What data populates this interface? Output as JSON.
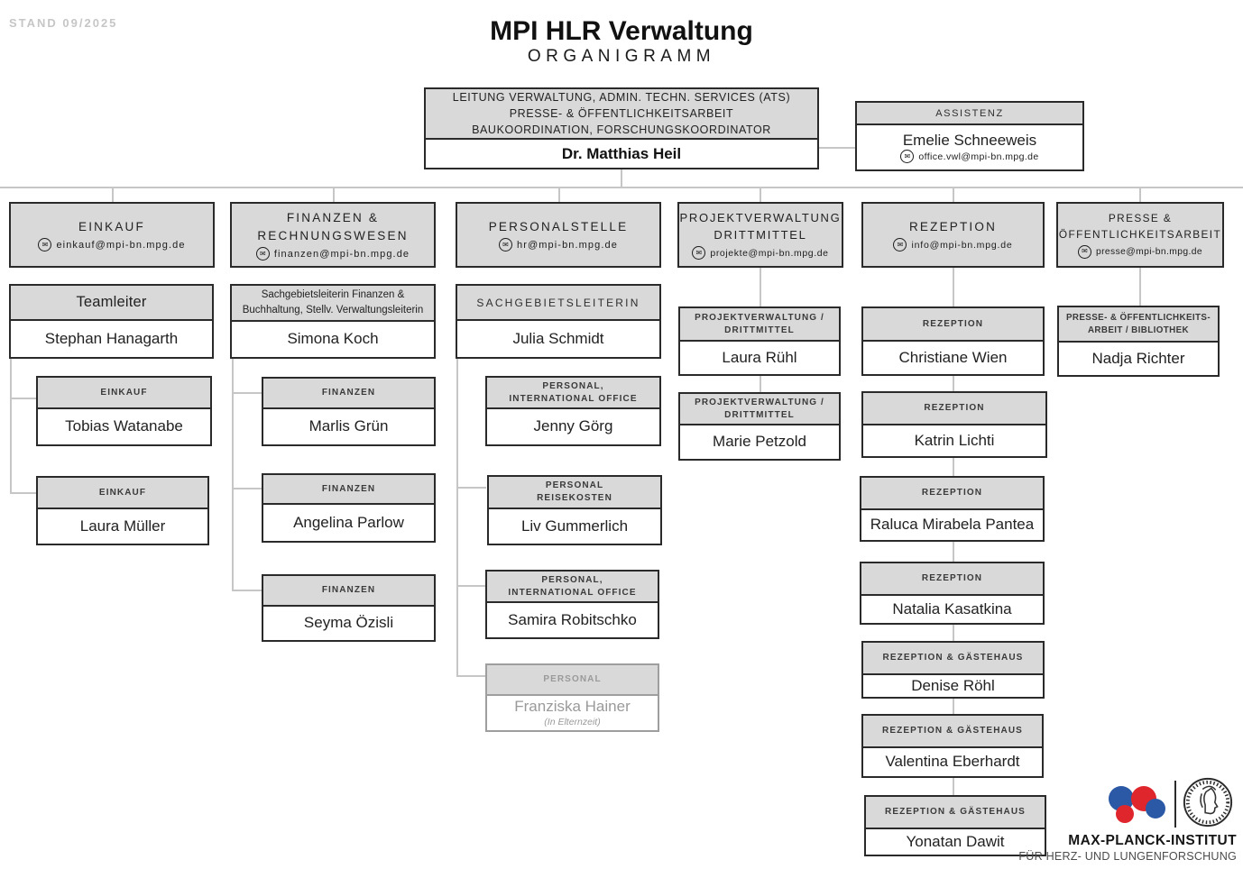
{
  "stand": "STAND 09/2025",
  "title": "MPI HLR Verwaltung",
  "subtitle": "ORGANIGRAMM",
  "leadership": {
    "roles": "LEITUNG VERWALTUNG, ADMIN. TECHN. SERVICES (ATS)\nPRESSE- & ÖFFENTLICHKEITSARBEIT\nBAUKOORDINATION, FORSCHUNGSKOORDINATOR",
    "name": "Dr. Matthias Heil"
  },
  "assistant": {
    "role": "ASSISTENZ",
    "name": "Emelie Schneeweis",
    "email": "office.vwl@mpi-bn.mpg.de"
  },
  "departments": [
    {
      "title": "EINKAUF",
      "email": "einkauf@mpi-bn.mpg.de",
      "staff": [
        {
          "role": "Teamleiter",
          "name": "Stephan Hanagarth"
        },
        {
          "role": "EINKAUF",
          "name": "Tobias Watanabe"
        },
        {
          "role": "EINKAUF",
          "name": "Laura Müller"
        }
      ]
    },
    {
      "title": "FINANZEN &\nRECHNUNGSWESEN",
      "email": "finanzen@mpi-bn.mpg.de",
      "staff": [
        {
          "role": "Sachgebietsleiterin Finanzen &\nBuchhaltung, Stellv. Verwaltungsleiterin",
          "name": "Simona Koch"
        },
        {
          "role": "FINANZEN",
          "name": "Marlis Grün"
        },
        {
          "role": "FINANZEN",
          "name": "Angelina Parlow"
        },
        {
          "role": "FINANZEN",
          "name": "Seyma Özisli"
        }
      ]
    },
    {
      "title": "PERSONALSTELLE",
      "email": "hr@mpi-bn.mpg.de",
      "staff": [
        {
          "role": "SACHGEBIETSLEITERIN",
          "name": "Julia Schmidt"
        },
        {
          "role": "PERSONAL,\nINTERNATIONAL OFFICE",
          "name": "Jenny Görg"
        },
        {
          "role": "PERSONAL\nREISEKOSTEN",
          "name": "Liv Gummerlich"
        },
        {
          "role": "PERSONAL,\nINTERNATIONAL OFFICE",
          "name": "Samira Robitschko"
        },
        {
          "role": "PERSONAL",
          "name": "Franziska Hainer",
          "note": "(In Elternzeit)"
        }
      ]
    },
    {
      "title": "PROJEKTVERWALTUNG\nDRITTMITTEL",
      "email": "projekte@mpi-bn.mpg.de",
      "staff": [
        {
          "role": "PROJEKTVERWALTUNG /\nDRITTMITTEL",
          "name": "Laura Rühl"
        },
        {
          "role": "PROJEKTVERWALTUNG /\nDRITTMITTEL",
          "name": "Marie Petzold"
        }
      ]
    },
    {
      "title": "REZEPTION",
      "email": "info@mpi-bn.mpg.de",
      "staff": [
        {
          "role": "REZEPTION",
          "name": "Christiane Wien"
        },
        {
          "role": "REZEPTION",
          "name": "Katrin Lichti"
        },
        {
          "role": "REZEPTION",
          "name": "Raluca Mirabela Pantea"
        },
        {
          "role": "REZEPTION",
          "name": "Natalia Kasatkina"
        },
        {
          "role": "REZEPTION & GÄSTEHAUS",
          "name": "Denise Röhl"
        },
        {
          "role": "REZEPTION & GÄSTEHAUS",
          "name": "Valentina Eberhardt"
        },
        {
          "role": "REZEPTION & GÄSTEHAUS",
          "name": "Yonatan Dawit"
        }
      ]
    },
    {
      "title": "PRESSE &\nÖFFENTLICHKEITSARBEIT",
      "email": "presse@mpi-bn.mpg.de",
      "staff": [
        {
          "role": "PRESSE- & ÖFFENTLICHKEITS-\nARBEIT / BIBLIOTHEK",
          "name": "Nadja Richter"
        }
      ]
    }
  ],
  "footer": {
    "institute": "MAX-PLANCK-INSTITUT",
    "institute_sub": "FÜR HERZ- UND LUNGENFORSCHUNG"
  },
  "icons": {
    "email": "✉"
  },
  "colors": {
    "box_fill": "#d9d9d9",
    "border": "#2a2a2a",
    "connector": "#c6c6c6",
    "inactive": "#9a9a9a",
    "logo_blue": "#2b59a5",
    "logo_red": "#e0262d"
  }
}
